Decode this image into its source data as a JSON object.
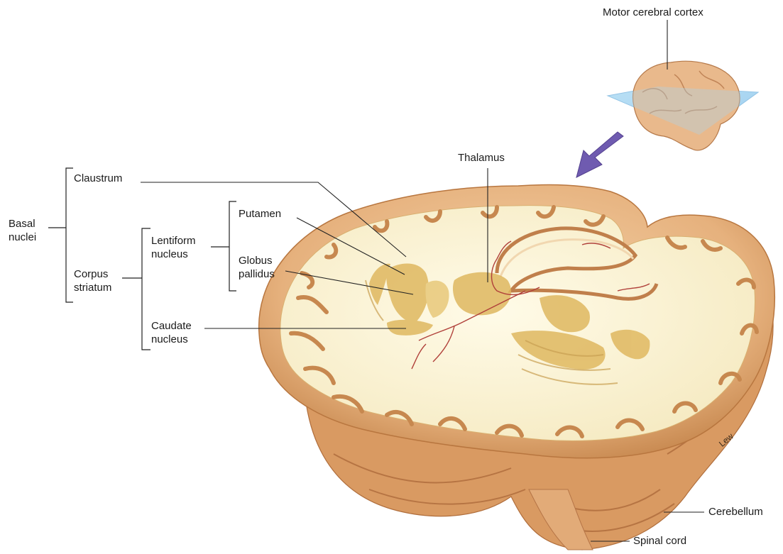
{
  "labels": {
    "motor_cortex": "Motor cerebral cortex",
    "thalamus": "Thalamus",
    "claustrum": "Claustrum",
    "putamen": "Putamen",
    "globus_pallidus_1": "Globus",
    "globus_pallidus_2": "pallidus",
    "lentiform_1": "Lentiform",
    "lentiform_2": "nucleus",
    "corpus_striatum_1": "Corpus",
    "corpus_striatum_2": "striatum",
    "caudate_1": "Caudate",
    "caudate_2": "nucleus",
    "basal_nuclei_1": "Basal",
    "basal_nuclei_2": "nuclei",
    "cerebellum": "Cerebellum",
    "spinal_cord": "Spinal cord"
  },
  "artist_signature": "Lew",
  "colors": {
    "tissue_outer": "#e8b98a",
    "tissue_shadow": "#c98a55",
    "white_matter": "#fbf5de",
    "gray_nuclei": "#dfb860",
    "vessel": "#b0403a",
    "arrow": "#6f5bb0",
    "plane": "#9fd0f0"
  }
}
